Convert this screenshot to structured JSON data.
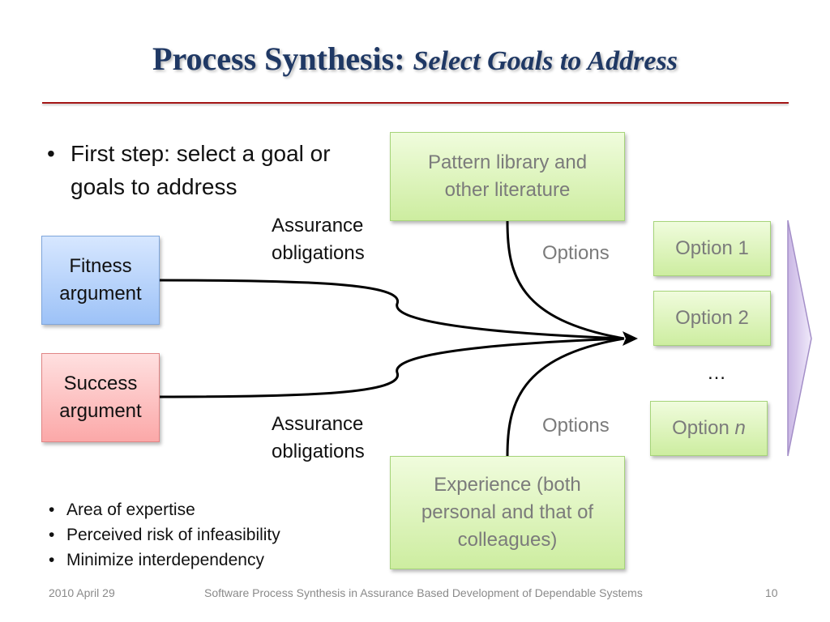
{
  "title": {
    "main": "Process Synthesis:",
    "sub": "Select Goals to Address"
  },
  "bullet_main": {
    "symbol": "•",
    "text": "First step: select a goal or goals to address"
  },
  "boxes": {
    "pattern_library": "Pattern library and other literature",
    "experience": "Experience (both personal and that of colleagues)",
    "fitness": "Fitness argument",
    "success": "Success argument",
    "option1": "Option 1",
    "option2": "Option 2",
    "optionn_prefix": "Option",
    "optionn_var": "n"
  },
  "labels": {
    "assurance_top": "Assurance obligations",
    "assurance_bottom": "Assurance obligations",
    "options_top": "Options",
    "options_bottom": "Options",
    "ellipsis": "…"
  },
  "criteria": [
    "Area of expertise",
    "Perceived risk of infeasibility",
    "Minimize interdependency"
  ],
  "footer": {
    "date": "2010 April 29",
    "center": "Software Process Synthesis in Assurance Based Development of Dependable Systems",
    "page": "10"
  },
  "colors": {
    "title": "#1F3864",
    "rule": "#A31515",
    "green_box": "#CDEDA0",
    "blue_box": "#9DC2F7",
    "red_box": "#FBA8A8",
    "chevron": "#D7C8EC"
  },
  "icons": {
    "bullet": "bullet-icon",
    "arrowhead": "arrowhead-icon",
    "chevron": "chevron-arrow-icon"
  }
}
